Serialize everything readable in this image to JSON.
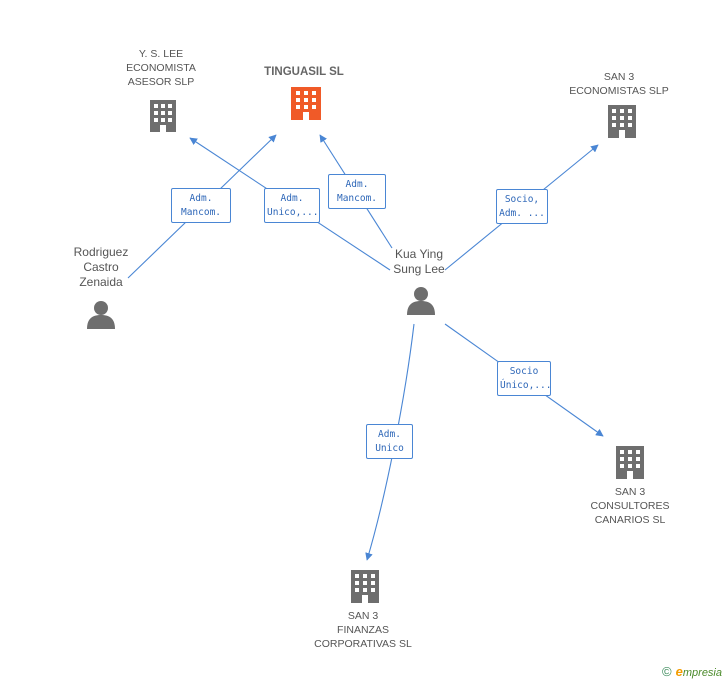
{
  "colors": {
    "edge": "#4a86d4",
    "building": "#6e6e6e",
    "main_building": "#f05a28",
    "person": "#6e6e6e"
  },
  "nodes": {
    "ys_lee": {
      "lines": [
        "Y.  S. LEE",
        "ECONOMISTA",
        "ASESOR SLP"
      ],
      "icon": "building-icon"
    },
    "tinguasil": {
      "lines": [
        "TINGUASIL SL"
      ],
      "icon": "building-icon"
    },
    "san3_economistas": {
      "lines": [
        "SAN 3",
        "ECONOMISTAS SLP"
      ],
      "icon": "building-icon"
    },
    "rodriguez": {
      "lines": [
        "Rodriguez",
        "Castro",
        "Zenaida"
      ],
      "icon": "person-icon"
    },
    "kua_ying": {
      "lines": [
        "Kua Ying",
        "Sung Lee"
      ],
      "icon": "person-icon"
    },
    "san3_consultores": {
      "lines": [
        "SAN 3",
        "CONSULTORES",
        "CANARIOS SL"
      ],
      "icon": "building-icon"
    },
    "san3_finanzas": {
      "lines": [
        "SAN 3",
        "FINANZAS",
        "CORPORATIVAS SL"
      ],
      "icon": "building-icon"
    }
  },
  "relations": {
    "rodriguez_tinguasil": [
      "Adm.",
      "Mancom."
    ],
    "kua_ys_lee": [
      "Adm.",
      "Unico,..."
    ],
    "kua_tinguasil": [
      "Adm.",
      "Mancom."
    ],
    "kua_san3_economistas": [
      "Socio,",
      "Adm. ..."
    ],
    "kua_san3_consultores": [
      "Socio",
      "Único,..."
    ],
    "kua_san3_finanzas": [
      "Adm.",
      "Unico"
    ]
  },
  "footer": {
    "copyright": "©",
    "brand_initial": "e",
    "brand_rest": "mpresia"
  }
}
